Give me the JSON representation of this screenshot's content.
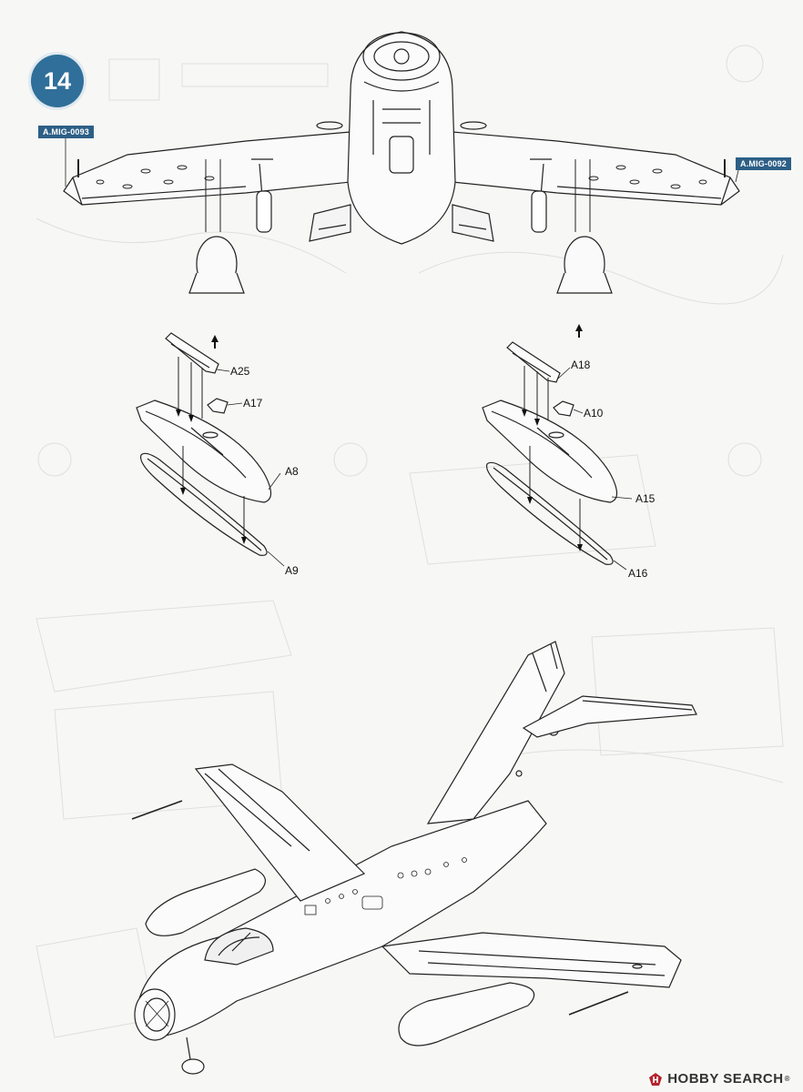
{
  "step": {
    "number": "14"
  },
  "reference_codes": {
    "left": "A.MIG-0093",
    "right": "A.MIG-0092"
  },
  "parts": {
    "left": [
      "A25",
      "A17",
      "A8",
      "A9"
    ],
    "right": [
      "A18",
      "A10",
      "A15",
      "A16"
    ]
  },
  "watermark": {
    "brand": "HOBBY SEARCH",
    "symbol": "®"
  },
  "colors": {
    "badge": "#2f6f9a",
    "tag": "#2d5f86",
    "line": "#222222"
  },
  "icons": {
    "arrow": "up-arrow-icon",
    "logo": "hobbysearch-logo-icon"
  }
}
